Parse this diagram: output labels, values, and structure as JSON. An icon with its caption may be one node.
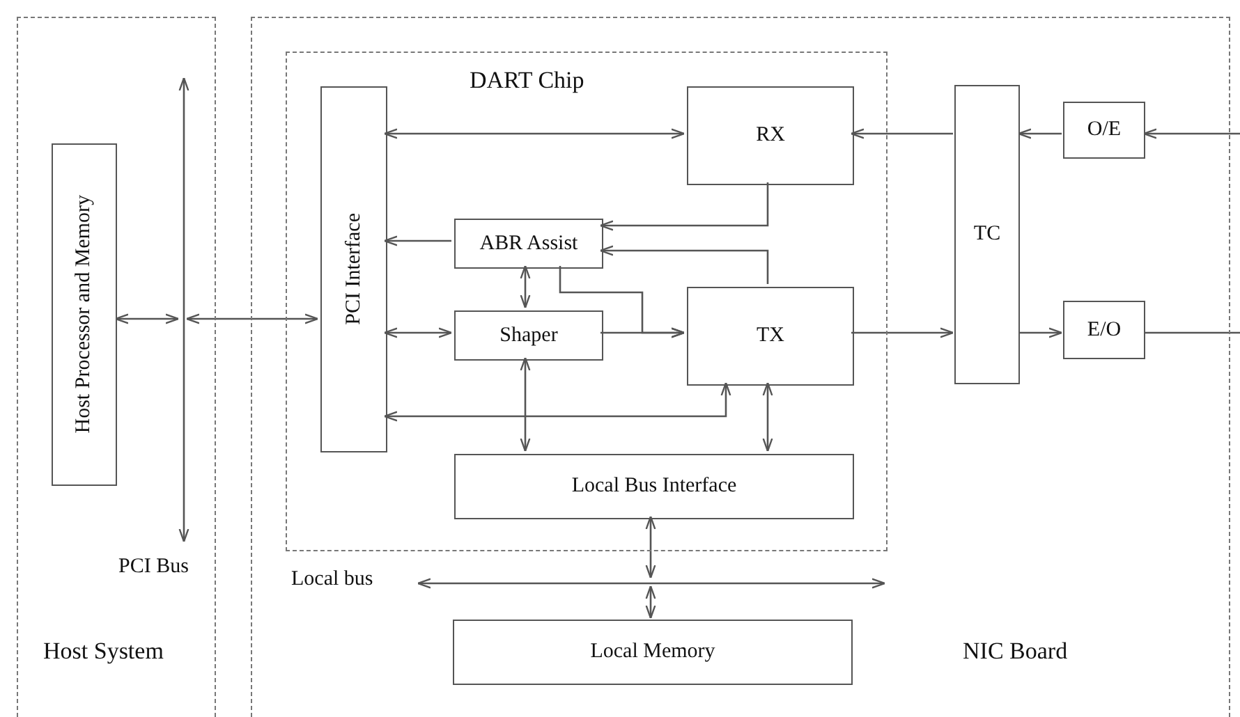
{
  "diagram": {
    "nodes": [
      {
        "text": [
          "Host System"
        ]
      },
      {
        "text": [
          "NIC Board"
        ]
      },
      {
        "text": [
          "DART Chip"
        ],
        "in": 1
      },
      {
        "text": [
          "Host Processor and Memory"
        ],
        "in": 0
      },
      {
        "text": [
          "PCI Interface"
        ],
        "in": 2
      },
      {
        "text": [
          "RX"
        ],
        "in": 2
      },
      {
        "text": [
          "ABR Assist"
        ],
        "in": 2
      },
      {
        "text": [
          "Shaper"
        ],
        "in": 2
      },
      {
        "text": [
          "TX"
        ],
        "in": 2
      },
      {
        "text": [
          "Local Bus Interface"
        ],
        "in": 2
      },
      {
        "text": [
          "TC"
        ],
        "in": 1
      },
      {
        "text": [
          "O/E"
        ],
        "in": 1
      },
      {
        "text": [
          "E/O"
        ],
        "in": 1
      },
      {
        "text": [
          "Local Memory"
        ],
        "in": 1
      },
      {
        "text": [
          "PCI Bus"
        ],
        "in": 0
      },
      {
        "text": [
          "Local bus"
        ],
        "in": 1
      }
    ],
    "edges": [
      {
        "from": 3,
        "to": 14,
        "arrow": "both"
      },
      {
        "from": 14,
        "to": 4,
        "arrow": "both"
      },
      {
        "from": 5,
        "to": 4,
        "arrow": "both"
      },
      {
        "from": 6,
        "to": 4,
        "arrow": "to"
      },
      {
        "from": 7,
        "to": 4,
        "arrow": "both"
      },
      {
        "from": 8,
        "to": 4,
        "arrow": "both"
      },
      {
        "from": 5,
        "to": 6,
        "arrow": "to"
      },
      {
        "from": 8,
        "to": 6,
        "arrow": "to"
      },
      {
        "from": 6,
        "to": 7,
        "arrow": "both"
      },
      {
        "from": 6,
        "to": 8,
        "arrow": "to"
      },
      {
        "from": 7,
        "to": 8,
        "arrow": "to"
      },
      {
        "from": 7,
        "to": 9,
        "arrow": "both"
      },
      {
        "from": 8,
        "to": 9,
        "arrow": "both"
      },
      {
        "from": 8,
        "to": 10,
        "arrow": "to"
      },
      {
        "from": 10,
        "to": 5,
        "arrow": "to"
      },
      {
        "from": 11,
        "to": 10,
        "arrow": "to"
      },
      {
        "from": null,
        "to": 11,
        "arrow": "to"
      },
      {
        "from": 10,
        "to": 12,
        "arrow": "to"
      },
      {
        "from": 12,
        "to": null,
        "arrow": "none"
      },
      {
        "from": 9,
        "to": 15,
        "arrow": "both"
      },
      {
        "from": 15,
        "to": 13,
        "arrow": "both"
      }
    ]
  }
}
